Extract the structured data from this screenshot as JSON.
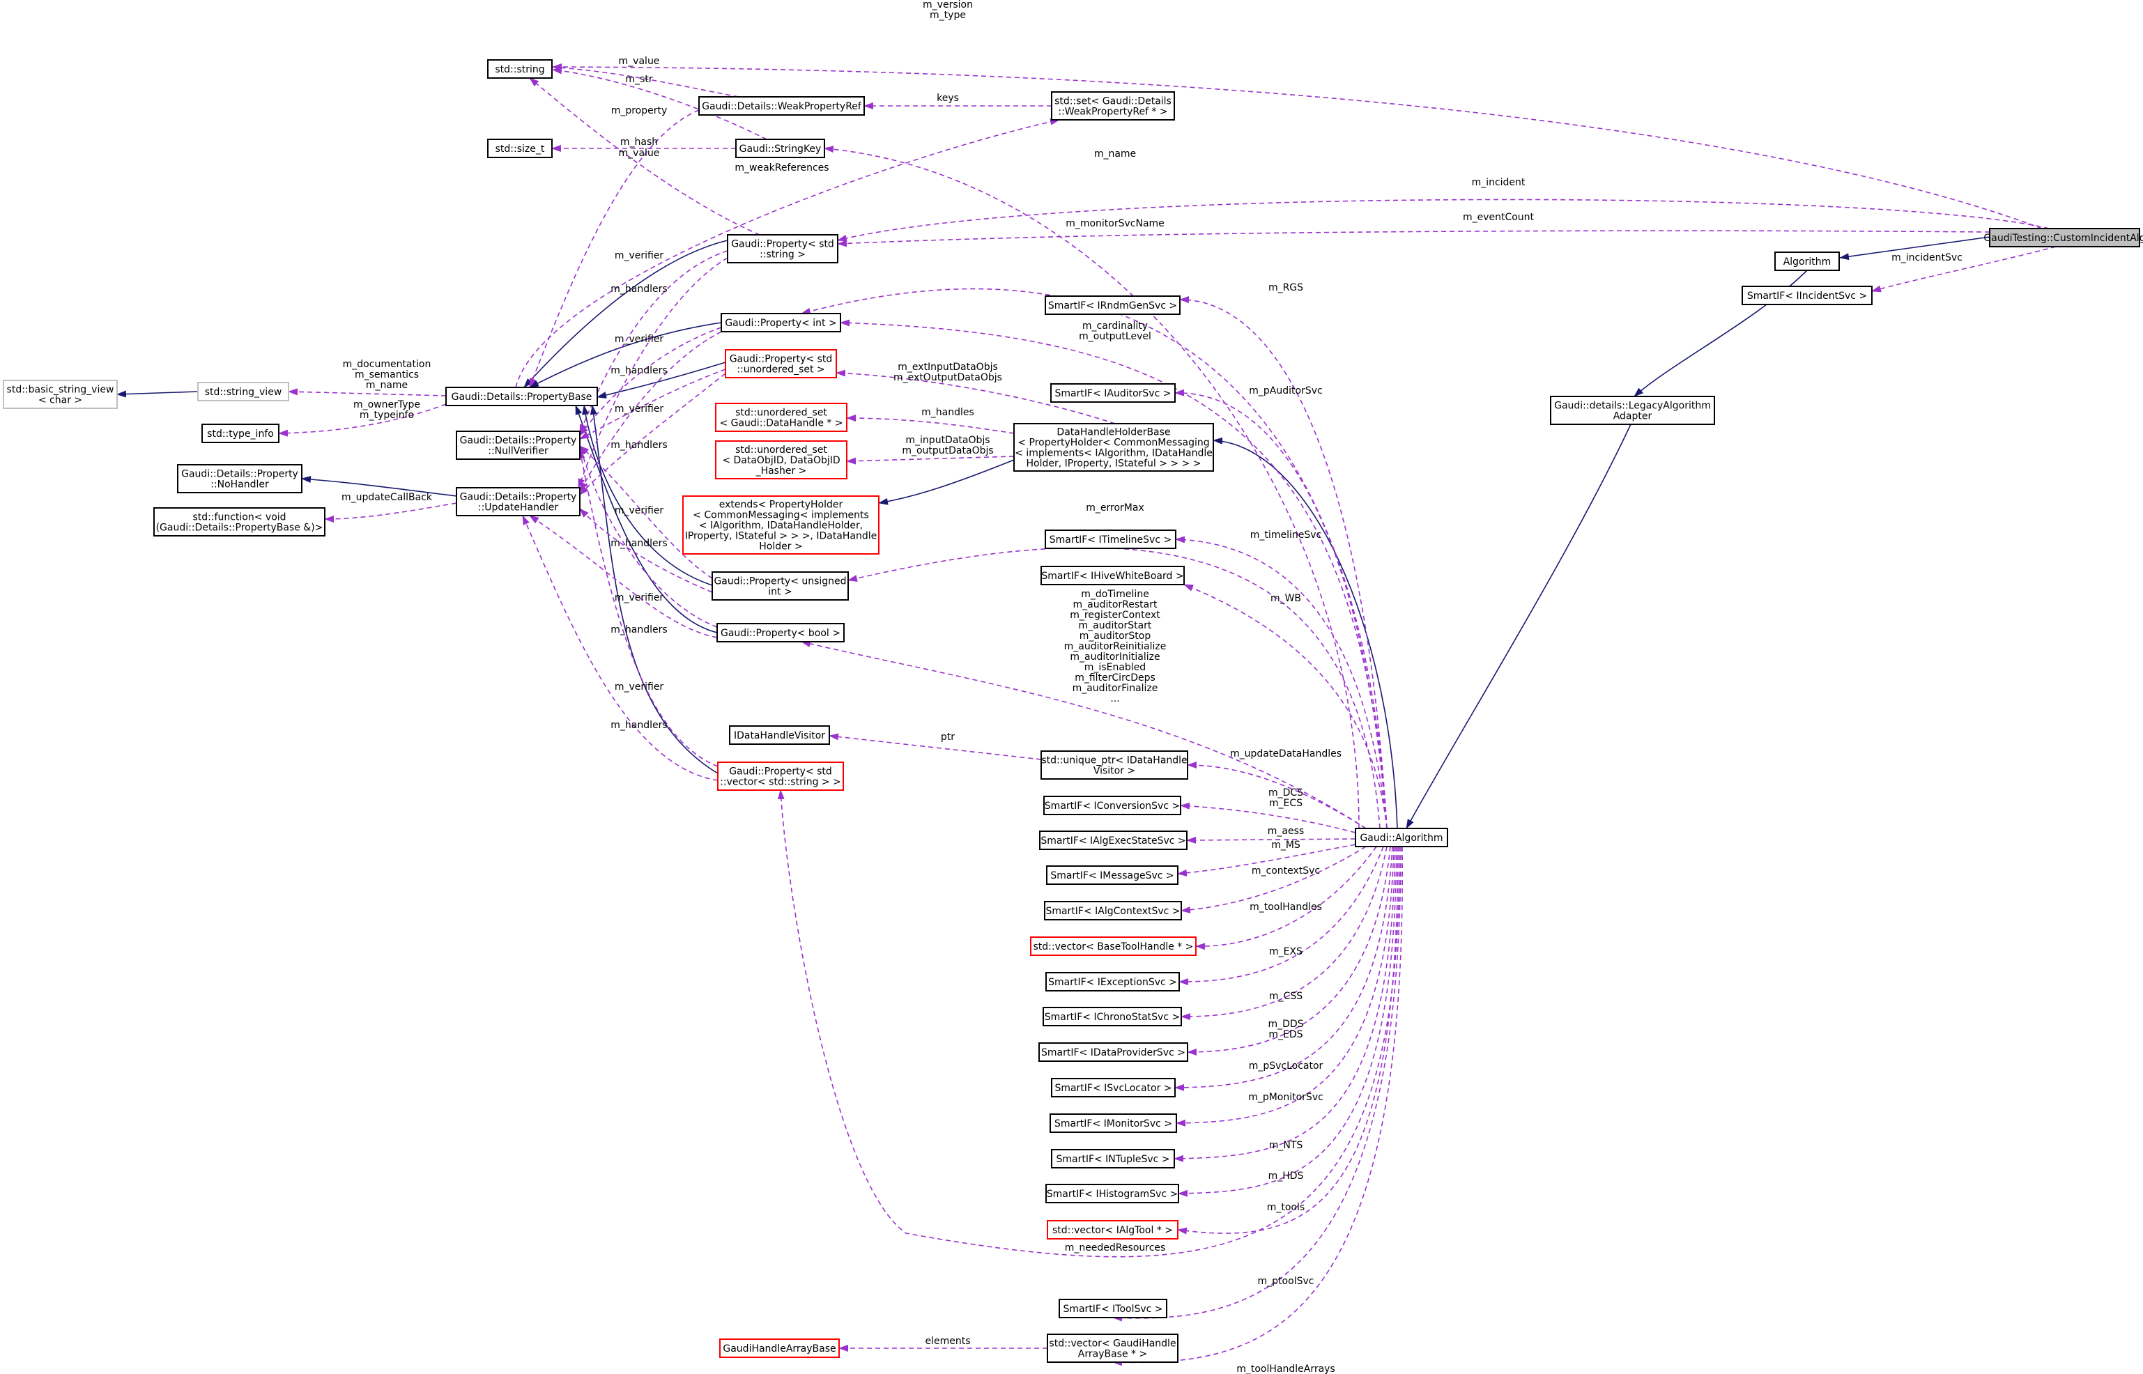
{
  "colors": {
    "inherit": "#191970",
    "use": "#9a32cd",
    "node_border": "#000000",
    "node_border_template": "#ff0000",
    "node_border_external": "#bfbfbf",
    "node_fill_focus": "#bfbfbf",
    "node_fill": "#ffffff"
  },
  "nodes": [
    {
      "id": "custom",
      "lines": [
        "GaudiTesting::CustomIncidentAlg"
      ],
      "style": "focus"
    },
    {
      "id": "algorithm",
      "lines": [
        "Algorithm"
      ],
      "style": "normal"
    },
    {
      "id": "smart_incident",
      "lines": [
        "SmartIF< IIncidentSvc >"
      ],
      "style": "normal"
    },
    {
      "id": "legacy",
      "lines": [
        "Gaudi::details::LegacyAlgorithm",
        "Adapter"
      ],
      "style": "normal"
    },
    {
      "id": "galg",
      "lines": [
        "Gaudi::Algorithm"
      ],
      "style": "normal"
    },
    {
      "id": "stdstring",
      "lines": [
        "std::string"
      ],
      "style": "normal"
    },
    {
      "id": "sizet",
      "lines": [
        "std::size_t"
      ],
      "style": "normal"
    },
    {
      "id": "weakref",
      "lines": [
        "Gaudi::Details::WeakPropertyRef"
      ],
      "style": "normal"
    },
    {
      "id": "stringkey",
      "lines": [
        "Gaudi::StringKey"
      ],
      "style": "normal"
    },
    {
      "id": "setweak",
      "lines": [
        "std::set< Gaudi::Details",
        "::WeakPropertyRef * >"
      ],
      "style": "normal"
    },
    {
      "id": "propstr",
      "lines": [
        "Gaudi::Property< std",
        "::string >"
      ],
      "style": "normal"
    },
    {
      "id": "propint",
      "lines": [
        "Gaudi::Property< int >"
      ],
      "style": "normal"
    },
    {
      "id": "propuset",
      "lines": [
        "Gaudi::Property< std",
        "::unordered_set >"
      ],
      "style": "template"
    },
    {
      "id": "propbase",
      "lines": [
        "Gaudi::Details::PropertyBase"
      ],
      "style": "normal"
    },
    {
      "id": "basicsv",
      "lines": [
        "std::basic_string_view",
        "< char >"
      ],
      "style": "external"
    },
    {
      "id": "stringview",
      "lines": [
        "std::string_view"
      ],
      "style": "external"
    },
    {
      "id": "typeinfo",
      "lines": [
        "std::type_info"
      ],
      "style": "normal"
    },
    {
      "id": "nullver",
      "lines": [
        "Gaudi::Details::Property",
        "::NullVerifier"
      ],
      "style": "normal"
    },
    {
      "id": "nohandler",
      "lines": [
        "Gaudi::Details::Property",
        "::NoHandler"
      ],
      "style": "normal"
    },
    {
      "id": "updhandler",
      "lines": [
        "Gaudi::Details::Property",
        "::UpdateHandler"
      ],
      "style": "normal"
    },
    {
      "id": "stdfunc",
      "lines": [
        "std::function< void",
        "(Gaudi::Details::PropertyBase &)>"
      ],
      "style": "normal"
    },
    {
      "id": "usetdh",
      "lines": [
        "std::unordered_set",
        "< Gaudi::DataHandle * >"
      ],
      "style": "template"
    },
    {
      "id": "usetid",
      "lines": [
        "std::unordered_set",
        "< DataObjID, DataObjID",
        "_Hasher >"
      ],
      "style": "template"
    },
    {
      "id": "extends",
      "lines": [
        "extends< PropertyHolder",
        "< CommonMessaging< implements",
        "< IAlgorithm, IDataHandleHolder,",
        "IProperty, IStateful > > >, IDataHandle",
        "Holder >"
      ],
      "style": "template"
    },
    {
      "id": "dhhb",
      "lines": [
        "DataHandleHolderBase",
        "< PropertyHolder< CommonMessaging",
        "< implements< IAlgorithm, IDataHandle",
        "Holder, IProperty, IStateful > > > >"
      ],
      "style": "normal"
    },
    {
      "id": "propuint",
      "lines": [
        "Gaudi::Property< unsigned",
        "int >"
      ],
      "style": "normal"
    },
    {
      "id": "propbool",
      "lines": [
        "Gaudi::Property< bool >"
      ],
      "style": "normal"
    },
    {
      "id": "propvec",
      "lines": [
        "Gaudi::Property< std",
        "::vector< std::string > >"
      ],
      "style": "template"
    },
    {
      "id": "idhv",
      "lines": [
        "IDataHandleVisitor"
      ],
      "style": "normal"
    },
    {
      "id": "uniqueptr",
      "lines": [
        "std::unique_ptr< IDataHandle",
        "Visitor >"
      ],
      "style": "normal"
    },
    {
      "id": "s_rnd",
      "lines": [
        "SmartIF< IRndmGenSvc >"
      ],
      "style": "normal"
    },
    {
      "id": "s_aud",
      "lines": [
        "SmartIF< IAuditorSvc >"
      ],
      "style": "normal"
    },
    {
      "id": "s_tl",
      "lines": [
        "SmartIF< ITimelineSvc >"
      ],
      "style": "normal"
    },
    {
      "id": "s_hwb",
      "lines": [
        "SmartIF< IHiveWhiteBoard >"
      ],
      "style": "normal"
    },
    {
      "id": "s_conv",
      "lines": [
        "SmartIF< IConversionSvc >"
      ],
      "style": "normal"
    },
    {
      "id": "s_aes",
      "lines": [
        "SmartIF< IAlgExecStateSvc >"
      ],
      "style": "normal"
    },
    {
      "id": "s_msg",
      "lines": [
        "SmartIF< IMessageSvc >"
      ],
      "style": "normal"
    },
    {
      "id": "s_actx",
      "lines": [
        "SmartIF< IAlgContextSvc >"
      ],
      "style": "normal"
    },
    {
      "id": "v_bth",
      "lines": [
        "std::vector< BaseToolHandle * >"
      ],
      "style": "template"
    },
    {
      "id": "s_exc",
      "lines": [
        "SmartIF< IExceptionSvc >"
      ],
      "style": "normal"
    },
    {
      "id": "s_chr",
      "lines": [
        "SmartIF< IChronoStatSvc >"
      ],
      "style": "normal"
    },
    {
      "id": "s_dp",
      "lines": [
        "SmartIF< IDataProviderSvc >"
      ],
      "style": "normal"
    },
    {
      "id": "s_loc",
      "lines": [
        "SmartIF< ISvcLocator >"
      ],
      "style": "normal"
    },
    {
      "id": "s_mon",
      "lines": [
        "SmartIF< IMonitorSvc >"
      ],
      "style": "normal"
    },
    {
      "id": "s_nt",
      "lines": [
        "SmartIF< INTupleSvc >"
      ],
      "style": "normal"
    },
    {
      "id": "s_hist",
      "lines": [
        "SmartIF< IHistogramSvc >"
      ],
      "style": "normal"
    },
    {
      "id": "v_tool",
      "lines": [
        "std::vector< IAlgTool * >"
      ],
      "style": "template"
    },
    {
      "id": "s_tsvc",
      "lines": [
        "SmartIF< IToolSvc >"
      ],
      "style": "normal"
    },
    {
      "id": "v_gha",
      "lines": [
        "std::vector< GaudiHandle",
        "ArrayBase * >"
      ],
      "style": "normal"
    },
    {
      "id": "ghab",
      "lines": [
        "GaudiHandleArrayBase"
      ],
      "style": "template"
    }
  ],
  "edge_labels": [
    {
      "id": "l_version",
      "lines": [
        "m_version",
        "m_type"
      ]
    },
    {
      "id": "l_value1",
      "lines": [
        "m_value"
      ]
    },
    {
      "id": "l_str",
      "lines": [
        "m_str"
      ]
    },
    {
      "id": "l_keys",
      "lines": [
        "keys"
      ]
    },
    {
      "id": "l_property",
      "lines": [
        "m_property"
      ]
    },
    {
      "id": "l_hash",
      "lines": [
        "m_hash"
      ]
    },
    {
      "id": "l_value2",
      "lines": [
        "m_value"
      ]
    },
    {
      "id": "l_weakref",
      "lines": [
        "m_weakReferences"
      ]
    },
    {
      "id": "l_name",
      "lines": [
        "m_name"
      ]
    },
    {
      "id": "l_incident",
      "lines": [
        "m_incident"
      ]
    },
    {
      "id": "l_eventcount",
      "lines": [
        "m_eventCount"
      ]
    },
    {
      "id": "l_monitor",
      "lines": [
        "m_monitorSvcName"
      ]
    },
    {
      "id": "l_incidentsvc",
      "lines": [
        "m_incidentSvc"
      ]
    },
    {
      "id": "l_verifier1",
      "lines": [
        "m_verifier"
      ]
    },
    {
      "id": "l_handlers1",
      "lines": [
        "m_handlers"
      ]
    },
    {
      "id": "l_rgs",
      "lines": [
        "m_RGS"
      ]
    },
    {
      "id": "l_verifier2",
      "lines": [
        "m_verifier"
      ]
    },
    {
      "id": "l_cardinality",
      "lines": [
        "m_cardinality",
        "m_outputLevel"
      ]
    },
    {
      "id": "l_handlers2",
      "lines": [
        "m_handlers"
      ]
    },
    {
      "id": "l_extdata",
      "lines": [
        "m_extInputDataObjs",
        "m_extOutputDataObjs"
      ]
    },
    {
      "id": "l_doc",
      "lines": [
        "m_documentation",
        "m_semantics",
        "m_name"
      ]
    },
    {
      "id": "l_owner",
      "lines": [
        "m_ownerType",
        "m_typeinfo"
      ]
    },
    {
      "id": "l_verifier3",
      "lines": [
        "m_verifier"
      ]
    },
    {
      "id": "l_paud",
      "lines": [
        "m_pAuditorSvc"
      ]
    },
    {
      "id": "l_handles",
      "lines": [
        "m_handles"
      ]
    },
    {
      "id": "l_handlers3",
      "lines": [
        "m_handlers"
      ]
    },
    {
      "id": "l_inputdata",
      "lines": [
        "m_inputDataObjs",
        "m_outputDataObjs"
      ]
    },
    {
      "id": "l_updcb",
      "lines": [
        "m_updateCallBack"
      ]
    },
    {
      "id": "l_errormax",
      "lines": [
        "m_errorMax"
      ]
    },
    {
      "id": "l_verifier4",
      "lines": [
        "m_verifier"
      ]
    },
    {
      "id": "l_timeline",
      "lines": [
        "m_timelineSvc"
      ]
    },
    {
      "id": "l_handlers4",
      "lines": [
        "m_handlers"
      ]
    },
    {
      "id": "l_verifier5",
      "lines": [
        "m_verifier"
      ]
    },
    {
      "id": "l_wb",
      "lines": [
        "m_WB"
      ]
    },
    {
      "id": "l_handlers5",
      "lines": [
        "m_handlers"
      ]
    },
    {
      "id": "l_flags",
      "lines": [
        "m_doTimeline",
        "m_auditorRestart",
        "m_registerContext",
        "m_auditorStart",
        "m_auditorStop",
        "m_auditorReinitialize",
        "m_auditorInitialize",
        "m_isEnabled",
        "m_filterCircDeps",
        "m_auditorFinalize",
        "..."
      ]
    },
    {
      "id": "l_verifier6",
      "lines": [
        "m_verifier"
      ]
    },
    {
      "id": "l_handlers6",
      "lines": [
        "m_handlers"
      ]
    },
    {
      "id": "l_ptr",
      "lines": [
        "ptr"
      ]
    },
    {
      "id": "l_updatedh",
      "lines": [
        "m_updateDataHandles"
      ]
    },
    {
      "id": "l_dcs",
      "lines": [
        "m_DCS",
        "m_ECS"
      ]
    },
    {
      "id": "l_aess",
      "lines": [
        "m_aess"
      ]
    },
    {
      "id": "l_ms",
      "lines": [
        "m_MS"
      ]
    },
    {
      "id": "l_ctx",
      "lines": [
        "m_contextSvc"
      ]
    },
    {
      "id": "l_toolhandles",
      "lines": [
        "m_toolHandles"
      ]
    },
    {
      "id": "l_exs",
      "lines": [
        "m_EXS"
      ]
    },
    {
      "id": "l_css",
      "lines": [
        "m_CSS"
      ]
    },
    {
      "id": "l_dds",
      "lines": [
        "m_DDS",
        "m_EDS"
      ]
    },
    {
      "id": "l_psvc",
      "lines": [
        "m_pSvcLocator"
      ]
    },
    {
      "id": "l_pmon",
      "lines": [
        "m_pMonitorSvc"
      ]
    },
    {
      "id": "l_nts",
      "lines": [
        "m_NTS"
      ]
    },
    {
      "id": "l_hds",
      "lines": [
        "m_HDS"
      ]
    },
    {
      "id": "l_tools",
      "lines": [
        "m_tools"
      ]
    },
    {
      "id": "l_needed",
      "lines": [
        "m_neededResources"
      ]
    },
    {
      "id": "l_ptool",
      "lines": [
        "m_ptoolSvc"
      ]
    },
    {
      "id": "l_elements",
      "lines": [
        "elements"
      ]
    },
    {
      "id": "l_toolarrays",
      "lines": [
        "m_toolHandleArrays"
      ]
    }
  ]
}
